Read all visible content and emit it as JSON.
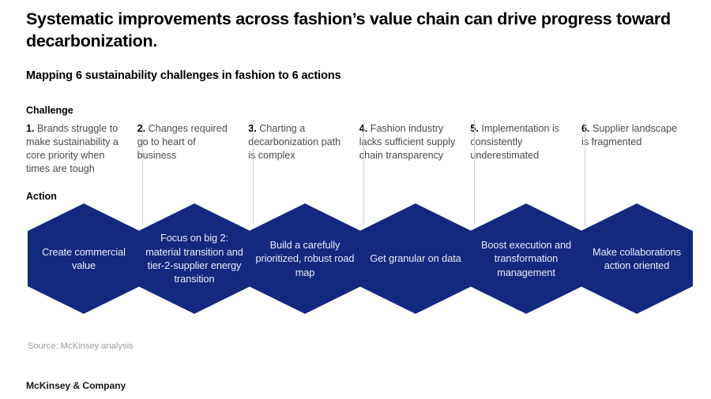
{
  "header": {
    "title": "Systematic improvements across fashion’s value chain can drive progress toward decarbonization.",
    "subtitle": "Mapping 6 sustainability challenges in fashion to 6 actions"
  },
  "rows": {
    "challenge_label": "Challenge",
    "action_label": "Action"
  },
  "challenges": [
    {
      "num": "1.",
      "text": "Brands struggle to make sustainability a core priority when times are tough"
    },
    {
      "num": "2.",
      "text": "Changes required go to heart of business"
    },
    {
      "num": "3.",
      "text": "Charting a decarbonization path is complex"
    },
    {
      "num": "4.",
      "text": "Fashion industry lacks sufficient supply chain transparency"
    },
    {
      "num": "5.",
      "text": "Implementation is consistently underestimated"
    },
    {
      "num": "6.",
      "text": "Supplier landscape is fragmented"
    }
  ],
  "actions": [
    {
      "text": "Create commercial value"
    },
    {
      "text": "Focus on big 2: material transition and tier‑2‑supplier energy transition"
    },
    {
      "text": "Build a carefully prioritized, robust road map"
    },
    {
      "text": "Get granular on data"
    },
    {
      "text": "Boost execution and transformation management"
    },
    {
      "text": "Make collaborations action oriented"
    }
  ],
  "footer": {
    "source": "Source: McKinsey analysis",
    "brand": "McKinsey & Company"
  },
  "colors": {
    "hexagon_fill": "#13287f",
    "hexagon_text": "#e8ecf7",
    "divider": "#d0d0d0",
    "body_text": "#4a4a4a",
    "source_text": "#9b9b9b"
  }
}
